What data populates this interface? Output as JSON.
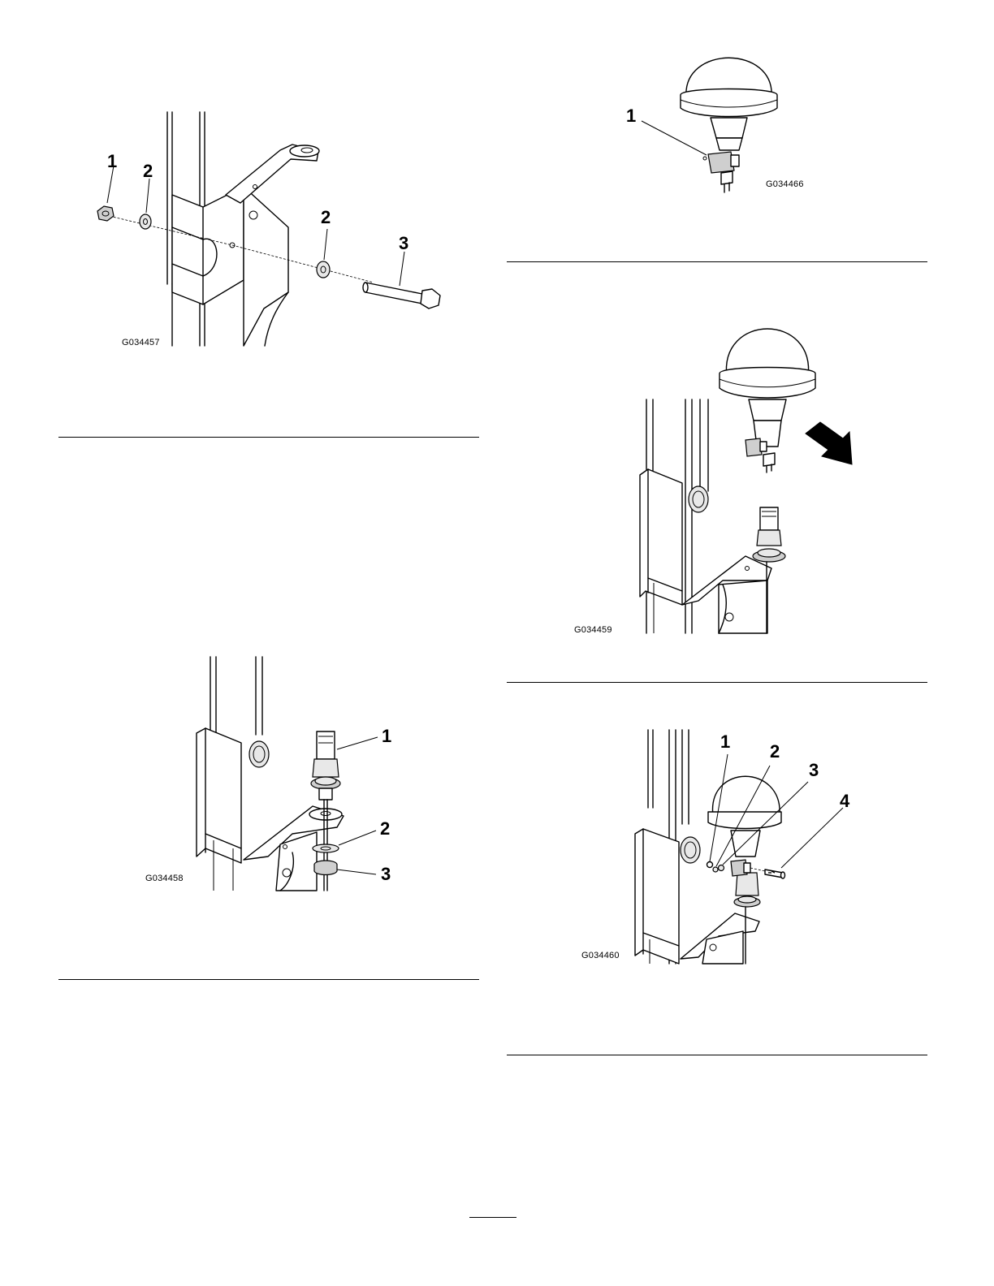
{
  "figures": [
    {
      "id": "G034457",
      "callouts": [
        "1",
        "2",
        "2",
        "3"
      ]
    },
    {
      "id": "G034466",
      "callouts": [
        "1"
      ]
    },
    {
      "id": "G034459",
      "callouts": []
    },
    {
      "id": "G034458",
      "callouts": [
        "1",
        "2",
        "3"
      ]
    },
    {
      "id": "G034460",
      "callouts": [
        "1",
        "2",
        "3",
        "4"
      ]
    }
  ],
  "colors": {
    "ink": "#000000",
    "paper": "#ffffff",
    "shade": "#cfcfcf",
    "arrow": "#000000"
  }
}
